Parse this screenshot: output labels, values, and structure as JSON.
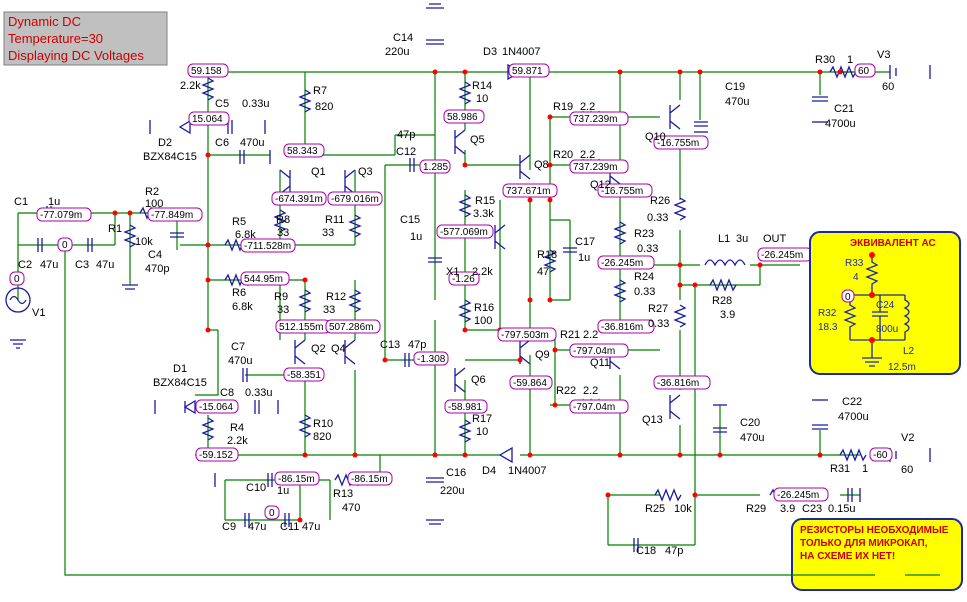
{
  "info": {
    "line1": "Dynamic DC",
    "line2": "Temperature=30",
    "line3": "Displaying DC Voltages"
  },
  "colors": {
    "wire": "#008000",
    "part": "#1a1aa0",
    "junction": "#ff0000",
    "node_border": "#aa00aa",
    "yellow": "#ffff00",
    "yellow_border": "#1a2a9a"
  },
  "equivalent_box": {
    "title": "ЭКВИВАЛЕНТ АС",
    "r33": "R33",
    "r33v": "4",
    "r32": "R32",
    "r32v": "18.3",
    "c24": "C24",
    "c24v": "800u",
    "l2": "L2",
    "l2v": "12.5m",
    "zero": "0"
  },
  "note_box": {
    "line1": "РЕЗИСТОРЫ НЕОБХОДИМЫЕ",
    "line2": "ТОЛЬКО ДЛЯ МИКРОКАП,",
    "line3": "НА СХЕМЕ ИХ НЕТ!"
  },
  "voltages": {
    "v1": "59.158",
    "v2": "15.064",
    "v3": "58.343",
    "v4": "-674.391m",
    "v5": "-679.016m",
    "v6": "-77.079m",
    "v7": "-77.849m",
    "v8": "-711.528m",
    "v9": "544.95m",
    "v10": "512.155m",
    "v11": "507.286m",
    "v12": "-58.351",
    "v13": "-15.064",
    "v14": "-59.152",
    "v15": "-86.15m",
    "v16": "-86.15m",
    "v17": "0",
    "v18": "0",
    "v19": "59.871",
    "v20": "58.986",
    "v21": "1.285",
    "v22": "737.671m",
    "v23": "-577.069m",
    "v24": "-1.26",
    "v25": "-797.503m",
    "v26": "-1.308",
    "v27": "-59.864",
    "v28": "-58.981",
    "v29": "737.239m",
    "v30": "737.239m",
    "v31": "-16.755m",
    "v32": "-16.755m",
    "v33": "-26.245m",
    "v34": "-36.816m",
    "v35": "-797.04m",
    "v36": "-797.04m",
    "v37": "-36.816m",
    "v38": "-26.245m",
    "v39": "-26.245m",
    "v40": "60",
    "v41": "-60",
    "v42": "0"
  },
  "labels": {
    "c1": "C1",
    "c1v": "1u",
    "c2": "C2",
    "c2v": "47u",
    "c3": "C3",
    "c3v": "47u",
    "v1": "V1",
    "r1": "R1",
    "r1v": "10k",
    "r2": "R2",
    "r2v": "100",
    "c4": "C4",
    "c4v": "470p",
    "r3v": "2.2k",
    "c5": "C5",
    "c5v": "0.33u",
    "d2": "D2",
    "d2v": "BZX84C15",
    "c6": "C6",
    "c6v": "470u",
    "r7": "R7",
    "r7v": "820",
    "q1": "Q1",
    "q3": "Q3",
    "r5": "R5",
    "r5v": "6.8k",
    "r8": "R8",
    "r8v": "33",
    "r11": "R11",
    "r11v": "33",
    "r6": "R6",
    "r6v": "6.8k",
    "r9": "R9",
    "r9v": "33",
    "r12": "R12",
    "r12v": "33",
    "q2": "Q2",
    "q4": "Q4",
    "c7": "C7",
    "c7v": "470u",
    "d1": "D1",
    "d1v": "BZX84C15",
    "c8": "C8",
    "c8v": "0.33u",
    "r4": "R4",
    "r4v": "2.2k",
    "r10": "R10",
    "r10v": "820",
    "c10": "C10",
    "c10v": "1u",
    "r13": "R13",
    "r13v": "470",
    "c9": "C9",
    "c9v": "47u",
    "c11": "C11",
    "c11v": "47u",
    "c14": "C14",
    "c14v": "220u",
    "d3": "D3",
    "d3v": "1N4007",
    "r14": "R14",
    "r14v": "10",
    "q5": "Q5",
    "c12": "C12",
    "c12v": "47p",
    "q8": "Q8",
    "c15": "C15",
    "c15v": "1u",
    "r15": "R15",
    "r15v": "3.3k",
    "x1": "X1",
    "x1v": "2.2k",
    "r16": "R16",
    "r16v": "100",
    "r18": "R18",
    "r18v": "47",
    "c17": "C17",
    "c17v": "1u",
    "c13": "C13",
    "c13v": "47p",
    "q9": "Q9",
    "q6": "Q6",
    "r17": "R17",
    "r17v": "10",
    "d4": "D4",
    "d4v": "1N4007",
    "c16": "C16",
    "c16v": "220u",
    "r19": "R19",
    "r19v": "2.2",
    "r20": "R20",
    "r20v": "2.2",
    "q10": "Q10",
    "q12": "Q12",
    "r21": "R21",
    "r21v": "2.2",
    "q11": "Q11",
    "r22": "R22",
    "r22v": "2.2",
    "q13": "Q13",
    "r23": "R23",
    "r23v": "0.33",
    "r24": "R24",
    "r24v": "0.33",
    "r26": "R26",
    "r26v": "0.33",
    "r27": "R27",
    "r27v": "0.33",
    "l1": "L1",
    "l1v": "3u",
    "out": "OUT",
    "r28": "R28",
    "r28v": "3.9",
    "c19": "C19",
    "c19v": "470u",
    "c20": "C20",
    "c20v": "470u",
    "r30": "R30",
    "r30v": "1",
    "v3": "V3",
    "v3v": "60",
    "c21": "C21",
    "c21v": "4700u",
    "c22": "C22",
    "c22v": "4700u",
    "r31": "R31",
    "r31v": "1",
    "v2": "V2",
    "v2v": "60",
    "r25": "R25",
    "r25v": "10k",
    "r29": "R29",
    "r29v": "3.9",
    "c23": "C23",
    "c23v": "0.15u",
    "c18": "C18",
    "c18v": "47p"
  }
}
